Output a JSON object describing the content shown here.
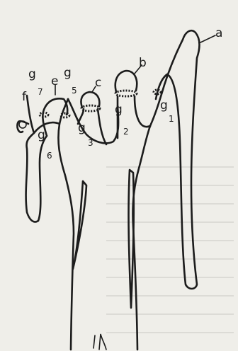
{
  "labels": {
    "a": "a",
    "b": "b",
    "c": "c",
    "e": "e",
    "f": "f",
    "g1_main": "g",
    "g1_sub": "1",
    "g2_main": "g",
    "g2_sub": "2",
    "g3_main": "g",
    "g3_sub": "3",
    "g5_main": "g",
    "g5_sub": "5",
    "g6_main": "g",
    "g6_sub": "6",
    "g7_main": "g",
    "g7_sub": "7"
  }
}
